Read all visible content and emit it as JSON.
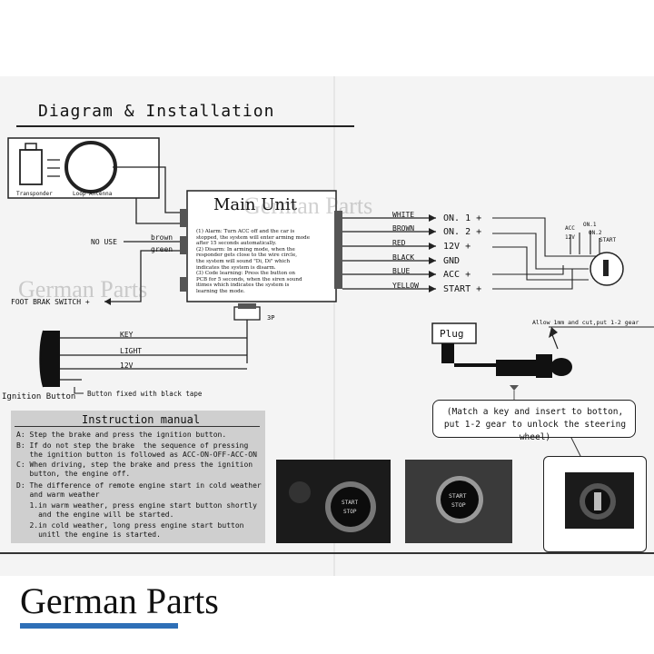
{
  "header": {
    "title": "Diagram & Installation"
  },
  "antenna": {
    "transponder_label": "Transponder",
    "loop_label": "Loop Antenna"
  },
  "main_unit": {
    "title": "Main Unit",
    "desc": [
      "(1) Alarm: Turn ACC off and the car is",
      "stopped, the system will enter arming mode",
      "after 15 seconds automatically.",
      "(2) Disarm: In arming mode, when the",
      "responder gets close to the wire circle,",
      "the system will sound \"Di, Di\" which",
      "indicates the system is disarm.",
      "(3) Code learning: Press the button on",
      "PCB for 5 seconds, when the siren sound",
      "itimes which indicates the system is",
      "learning the mode."
    ],
    "connector_3p": "3P"
  },
  "left_wires": {
    "no_use": "NO USE",
    "brown": "brown",
    "green": "green",
    "foot_brake": "FOOT BRAK SWITCH +"
  },
  "outputs": [
    {
      "wire": "WHITE",
      "signal": "ON. 1 +"
    },
    {
      "wire": "BROWN",
      "signal": "ON. 2 +"
    },
    {
      "wire": "RED",
      "signal": "12V +"
    },
    {
      "wire": "BLACK",
      "signal": "GND"
    },
    {
      "wire": "BLUE",
      "signal": "ACC +"
    },
    {
      "wire": "YELLOW",
      "signal": "START +"
    }
  ],
  "ignition_switch": {
    "acc": "ACC",
    "on1": "ON.1",
    "v12": "12V",
    "on2": "ON.2",
    "start": "START"
  },
  "ignition_button": {
    "label": "Ignition Button",
    "key": "KEY",
    "light": "LIGHT",
    "v12": "12V",
    "note": "Button fixed with black tape"
  },
  "plug": {
    "label": "Plug",
    "allow_note": "Allow 1mm and cut,put 1-2 gear",
    "match_note": "(Match a key and insert to botton, put 1-2 gear to unlock the steering wheel)"
  },
  "manual": {
    "title": "Instruction manual",
    "lines": [
      "A: Step the brake and press the ignition button.",
      "B: If do not step the brake  the sequence of pressing",
      "   the ignition button is followed as ACC-ON-OFF-ACC-ON",
      "C: When driving, step the brake and press the ignition",
      "   button, the engine off.",
      "D: The difference of remote engine start in cold weather",
      "   and warm weather",
      "   1.in warm weather, press engine start button shortly",
      "     and the engine will be started.",
      "   2.in cold weather, long press engine start button",
      "     unitl the engine is started."
    ]
  },
  "photos": {
    "button_text_1": "START",
    "button_text_2": "STOP"
  },
  "watermark": "German Parts",
  "brand": {
    "name": "German Parts",
    "accent": "#2e6fb7"
  }
}
